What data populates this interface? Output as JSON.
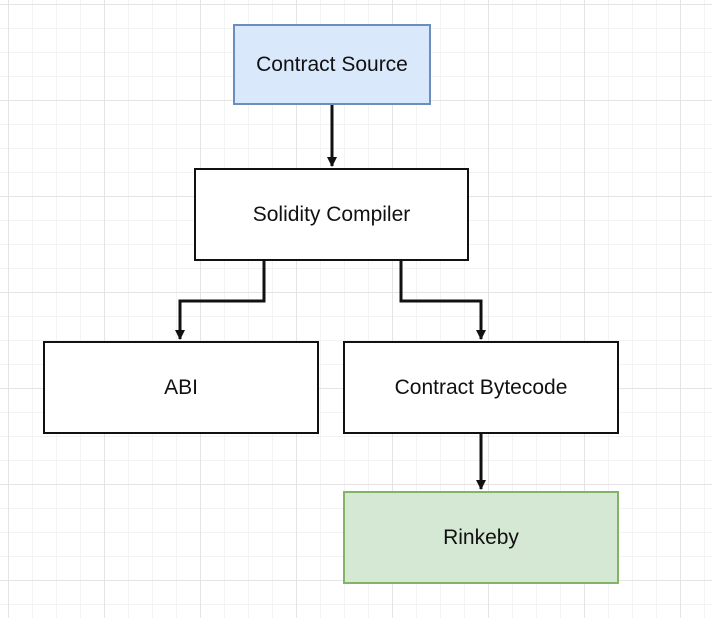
{
  "colors": {
    "stroke": "#111111",
    "source_fill": "#dae8fc",
    "source_stroke": "#6c8ebf",
    "target_fill": "#d5e8d4",
    "target_stroke": "#82b366"
  },
  "nodes": {
    "contract_source": {
      "label": "Contract Source",
      "fill": "#dae8fc",
      "stroke": "#6c8ebf"
    },
    "solidity_compiler": {
      "label": "Solidity Compiler",
      "fill": "#ffffff",
      "stroke": "#111111"
    },
    "abi": {
      "label": "ABI",
      "fill": "#ffffff",
      "stroke": "#111111"
    },
    "contract_bytecode": {
      "label": "Contract Bytecode",
      "fill": "#ffffff",
      "stroke": "#111111"
    },
    "rinkeby": {
      "label": "Rinkeby",
      "fill": "#d5e8d4",
      "stroke": "#82b366"
    }
  },
  "edges": [
    {
      "from": "contract_source",
      "to": "solidity_compiler"
    },
    {
      "from": "solidity_compiler",
      "to": "abi"
    },
    {
      "from": "solidity_compiler",
      "to": "contract_bytecode"
    },
    {
      "from": "contract_bytecode",
      "to": "rinkeby"
    }
  ]
}
